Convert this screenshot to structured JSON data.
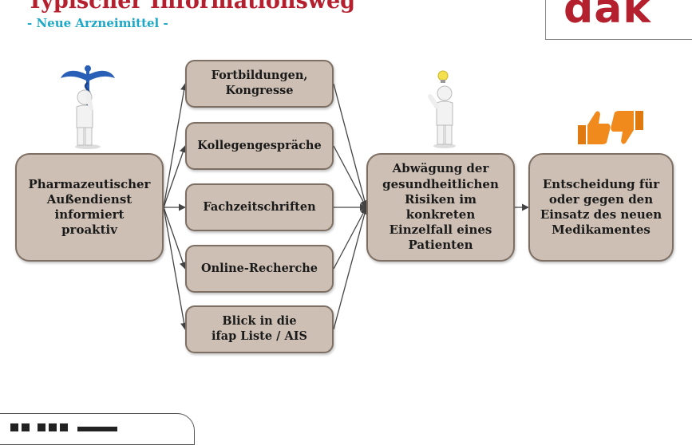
{
  "header": {
    "title": "Typischer Informationsweg",
    "subtitle": "- Neue Arzneimittel -",
    "logo_text": "dak"
  },
  "nodes": {
    "source": "Pharmazeutischer\nAußendienst\ninformiert\nproaktiv",
    "channels": [
      "Fortbildungen,\nKongresse",
      "Kollegengespräche",
      "Fachzeitschriften",
      "Online-Recherche",
      "Blick in die\nifap Liste / AIS"
    ],
    "assessment": "Abwägung der\ngesundheitlichen\nRisiken im\nkonkreten\nEinzelfall eines\nPatienten",
    "decision": "Entscheidung für\noder gegen den\nEinsatz des neuen\nMedikamentes"
  },
  "colors": {
    "node_fill": "#cdbfb3",
    "node_border": "#7d6f63",
    "title": "#b5202e",
    "subtitle": "#1ea8c8",
    "caduceus": "#2a5fb8",
    "bulb": "#f4e04d",
    "thumbs": "#f08a1c"
  }
}
